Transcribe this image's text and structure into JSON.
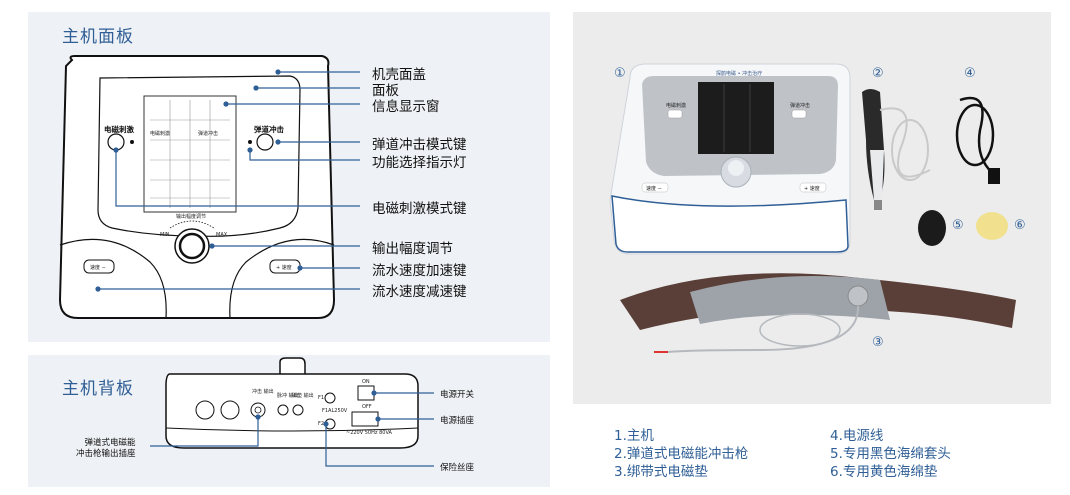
{
  "front_panel": {
    "title": "主机面板",
    "callouts": [
      "机壳面盖",
      "面板",
      "信息显示窗",
      "弹道冲击模式键",
      "功能选择指示灯",
      "电磁刺激模式键",
      "输出幅度调节",
      "流水速度加速键",
      "流水速度减速键"
    ],
    "device_labels": {
      "em_mode": "电磁刺激",
      "ballistic_mode": "弹道冲击",
      "amplitude": "输出幅度调节",
      "min": "MIN",
      "max": "MAX",
      "speed_minus": "速度 −",
      "speed_plus": "+ 速度",
      "display_text_1": "电磁刺激",
      "display_text_2": "弹道冲击"
    }
  },
  "back_panel": {
    "title": "主机背板",
    "callouts": {
      "power_switch": "电源开关",
      "power_socket": "电源插座",
      "fuse": "保险丝座",
      "gun_socket": "弹道式电磁能\n冲击枪输出插座"
    },
    "device_labels": {
      "jack1": "冲击\n输出",
      "jack2": "脉冲\n输出",
      "jack3": "磁垫\n输出",
      "f1": "F1",
      "f2": "F2",
      "fuse_rating": "F1AL250V",
      "on": "ON",
      "off": "OFF",
      "voltage": "~220V  50Hz  80VA"
    }
  },
  "photo": {
    "numbers": [
      "①",
      "②",
      "③",
      "④",
      "⑤",
      "⑥"
    ],
    "legend": [
      "1.主机",
      "2.弹道式电磁能冲击枪",
      "3.绑带式电磁垫",
      "4.电源线",
      "5.专用黑色海绵套头",
      "6.专用黄色海绵垫"
    ],
    "device_labels": {
      "top_brand": "探鹊电磁 • 冲击治疗",
      "left_btn": "电磁刺激",
      "right_btn": "弹道冲击",
      "speed_minus": "速度 −",
      "speed_plus": "+ 速度"
    }
  },
  "colors": {
    "accent": "#2f5f96",
    "panel_bg": "#eef1f5"
  }
}
